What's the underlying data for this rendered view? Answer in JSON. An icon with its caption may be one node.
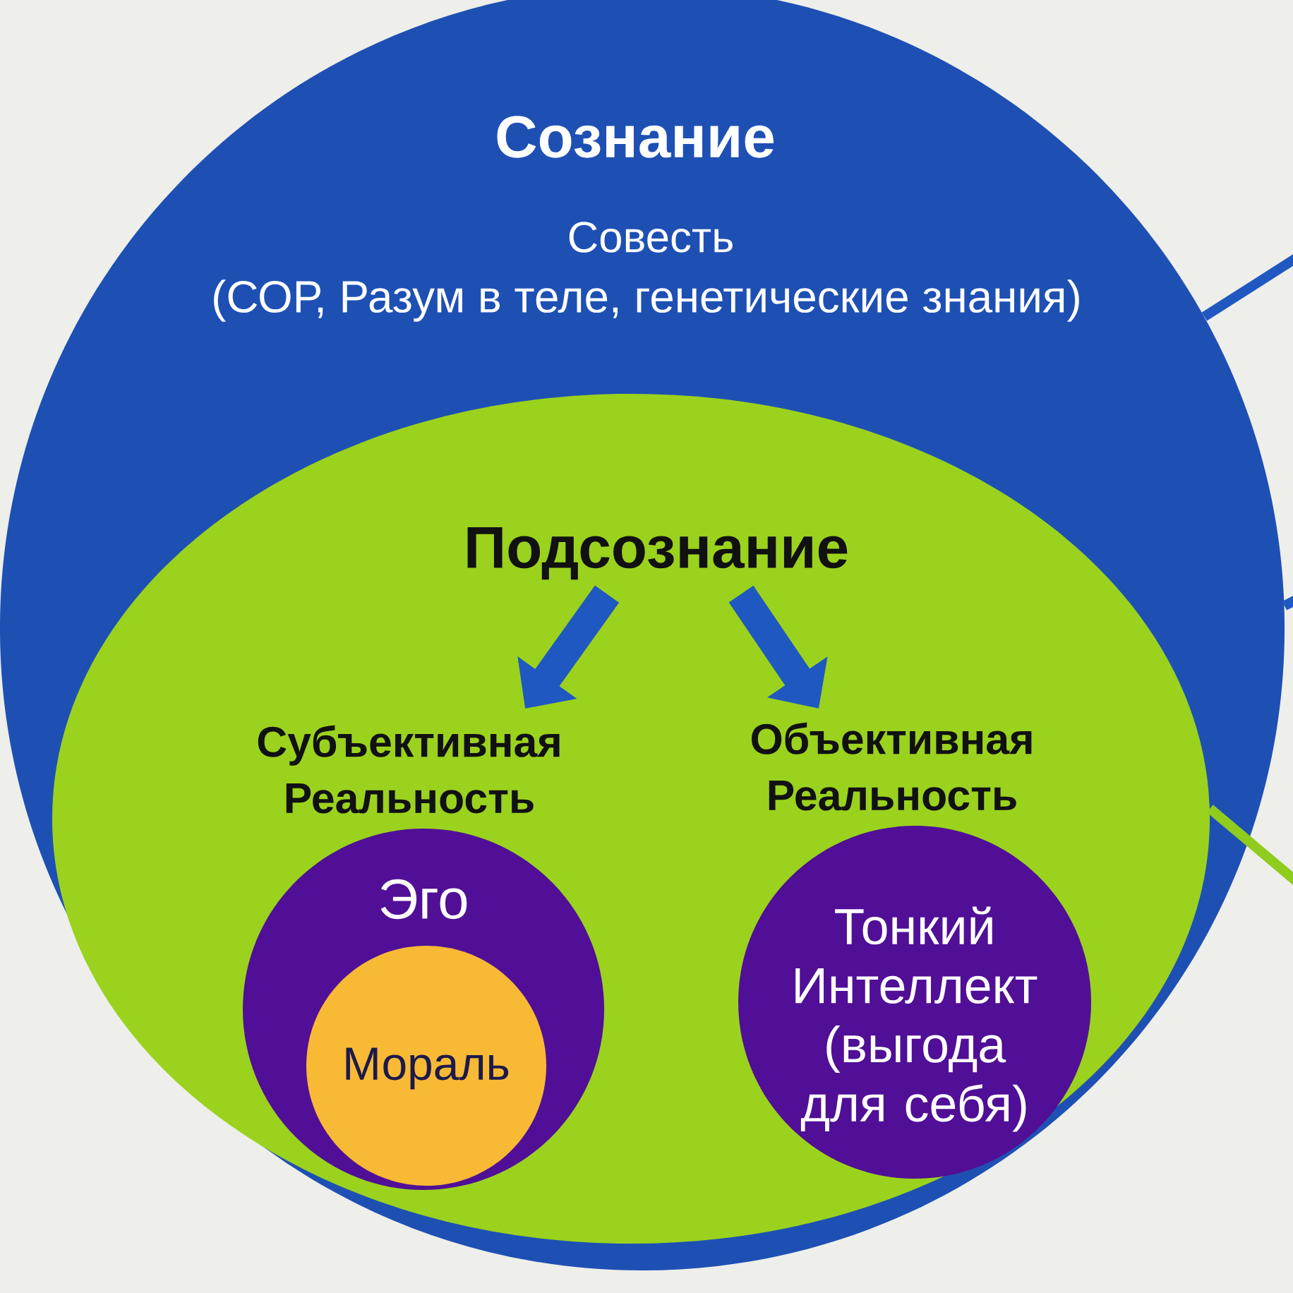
{
  "diagram": {
    "nodes": [
      {
        "text": [
          "Сознание",
          "Совесть",
          "(СОР, Разум в теле, генетические знания)"
        ]
      },
      {
        "text": [],
        "shape": "ellipse",
        "in": 0
      },
      {
        "text": [
          "Подсознание"
        ],
        "in": 1
      },
      {
        "text": [
          "Субъективная Реальность"
        ],
        "in": 1
      },
      {
        "text": [
          "Объективная Реальность"
        ],
        "in": 1
      },
      {
        "text": [
          "Эго"
        ],
        "in": 1
      },
      {
        "text": [
          "Мораль"
        ],
        "in": 5
      },
      {
        "text": [
          "Тонкий Интеллект (выгода для себя)"
        ],
        "in": 1
      }
    ],
    "edges": [
      {
        "from": 2,
        "to": 3,
        "arrow": "to",
        "style": "thick"
      },
      {
        "from": 2,
        "to": 4,
        "arrow": "to",
        "style": "thick"
      },
      {
        "from": 0,
        "to": null,
        "arrow": "none"
      },
      {
        "from": 0,
        "to": null,
        "arrow": "none"
      },
      {
        "from": 1,
        "to": null,
        "arrow": "none",
        "color": "#8fcc1e"
      }
    ]
  }
}
